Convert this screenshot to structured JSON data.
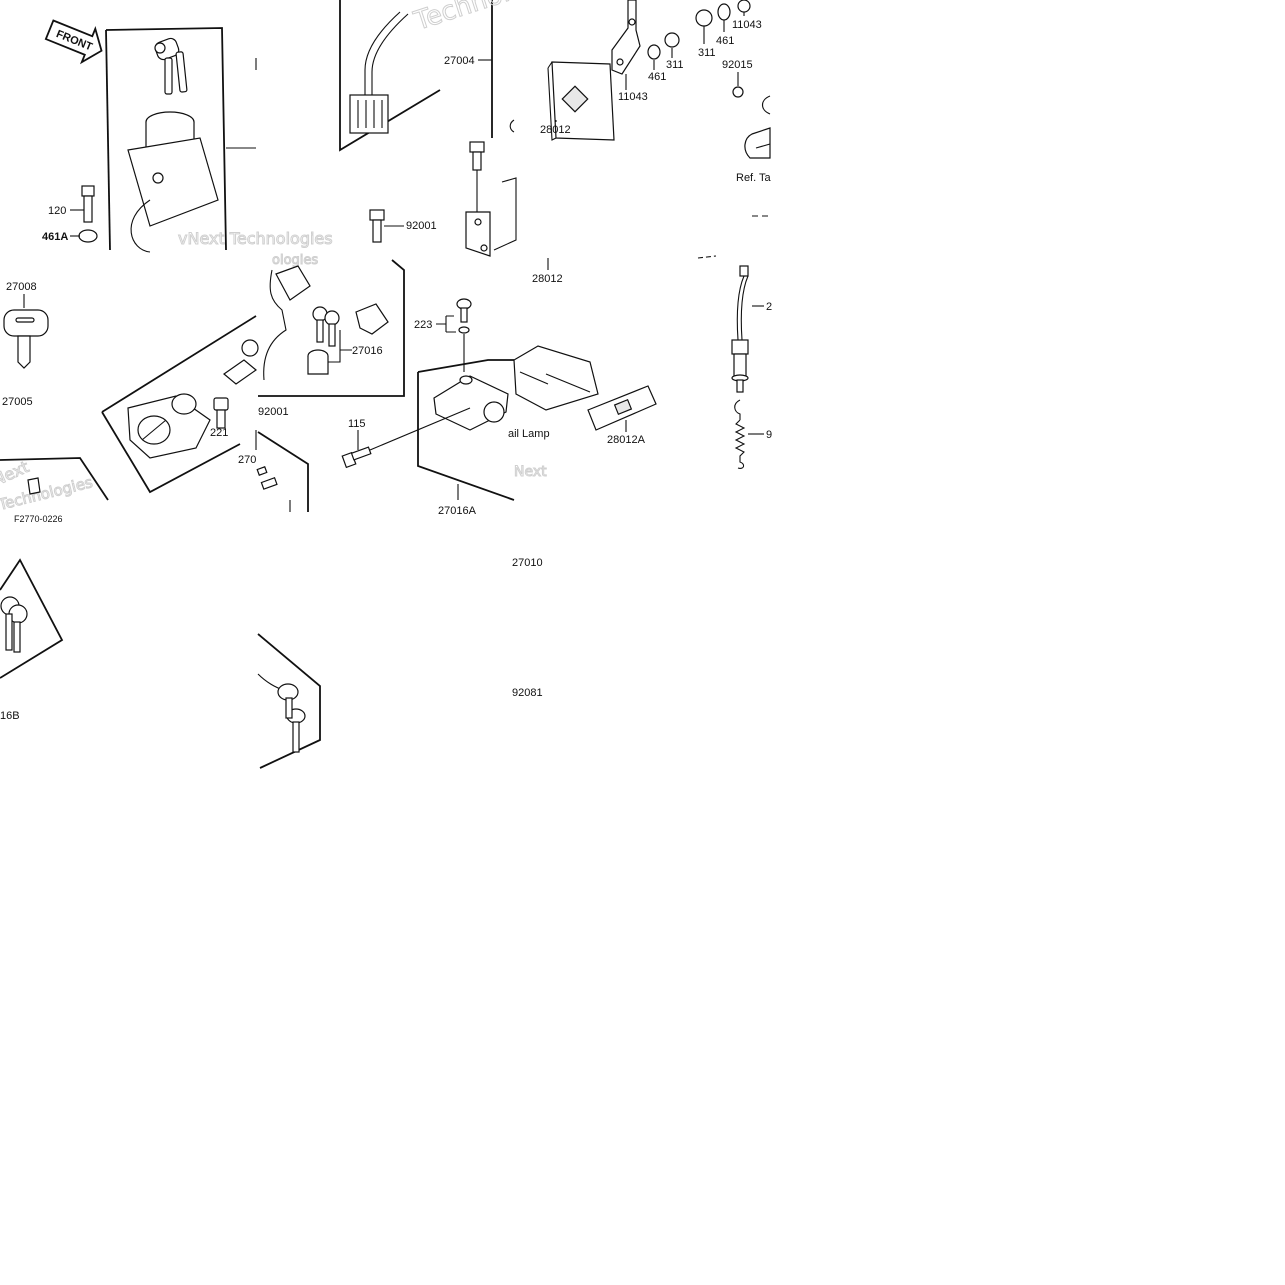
{
  "watermark": {
    "text_a": "vNext Technologies",
    "text_b": "Technologies",
    "text_c": "Next",
    "text_d": "ologies"
  },
  "tiles": {
    "t1": {
      "front_arrow": "FRONT",
      "parts": {
        "p120": "120",
        "p461a": "461A"
      }
    },
    "t2": {
      "parts": {
        "p27004": "27004",
        "p92001": "92001"
      }
    },
    "t3": {
      "parts": {
        "p311": "311",
        "p461": "461",
        "p11043": "11043",
        "p28012": "28012",
        "p28012b": "28012"
      }
    },
    "t4": {
      "parts": {
        "p311": "311",
        "p461": "461",
        "p11043": "11043",
        "p92015": "92015"
      },
      "ref_note": "Ref. Ta"
    },
    "t5": {
      "parts": {
        "p27008": "27008",
        "p27005": "27005",
        "p221": "221"
      }
    },
    "t6": {
      "parts": {
        "p27016": "27016",
        "p92001": "92001",
        "p270": "270"
      }
    },
    "t7": {
      "parts": {
        "p223": "223",
        "p115": "115",
        "p28012a": "28012A",
        "p27016a": "27016A"
      },
      "tail_lamp": "ail Lamp"
    },
    "t8": {
      "parts": {
        "p2": "2",
        "p9": "9"
      }
    },
    "t9": {
      "figure_code": "F2770-0226",
      "parts": {
        "p16b": "16B"
      }
    },
    "t10": {
      "parts": {
        "p27010": "27010",
        "p92081": "92081"
      }
    }
  }
}
